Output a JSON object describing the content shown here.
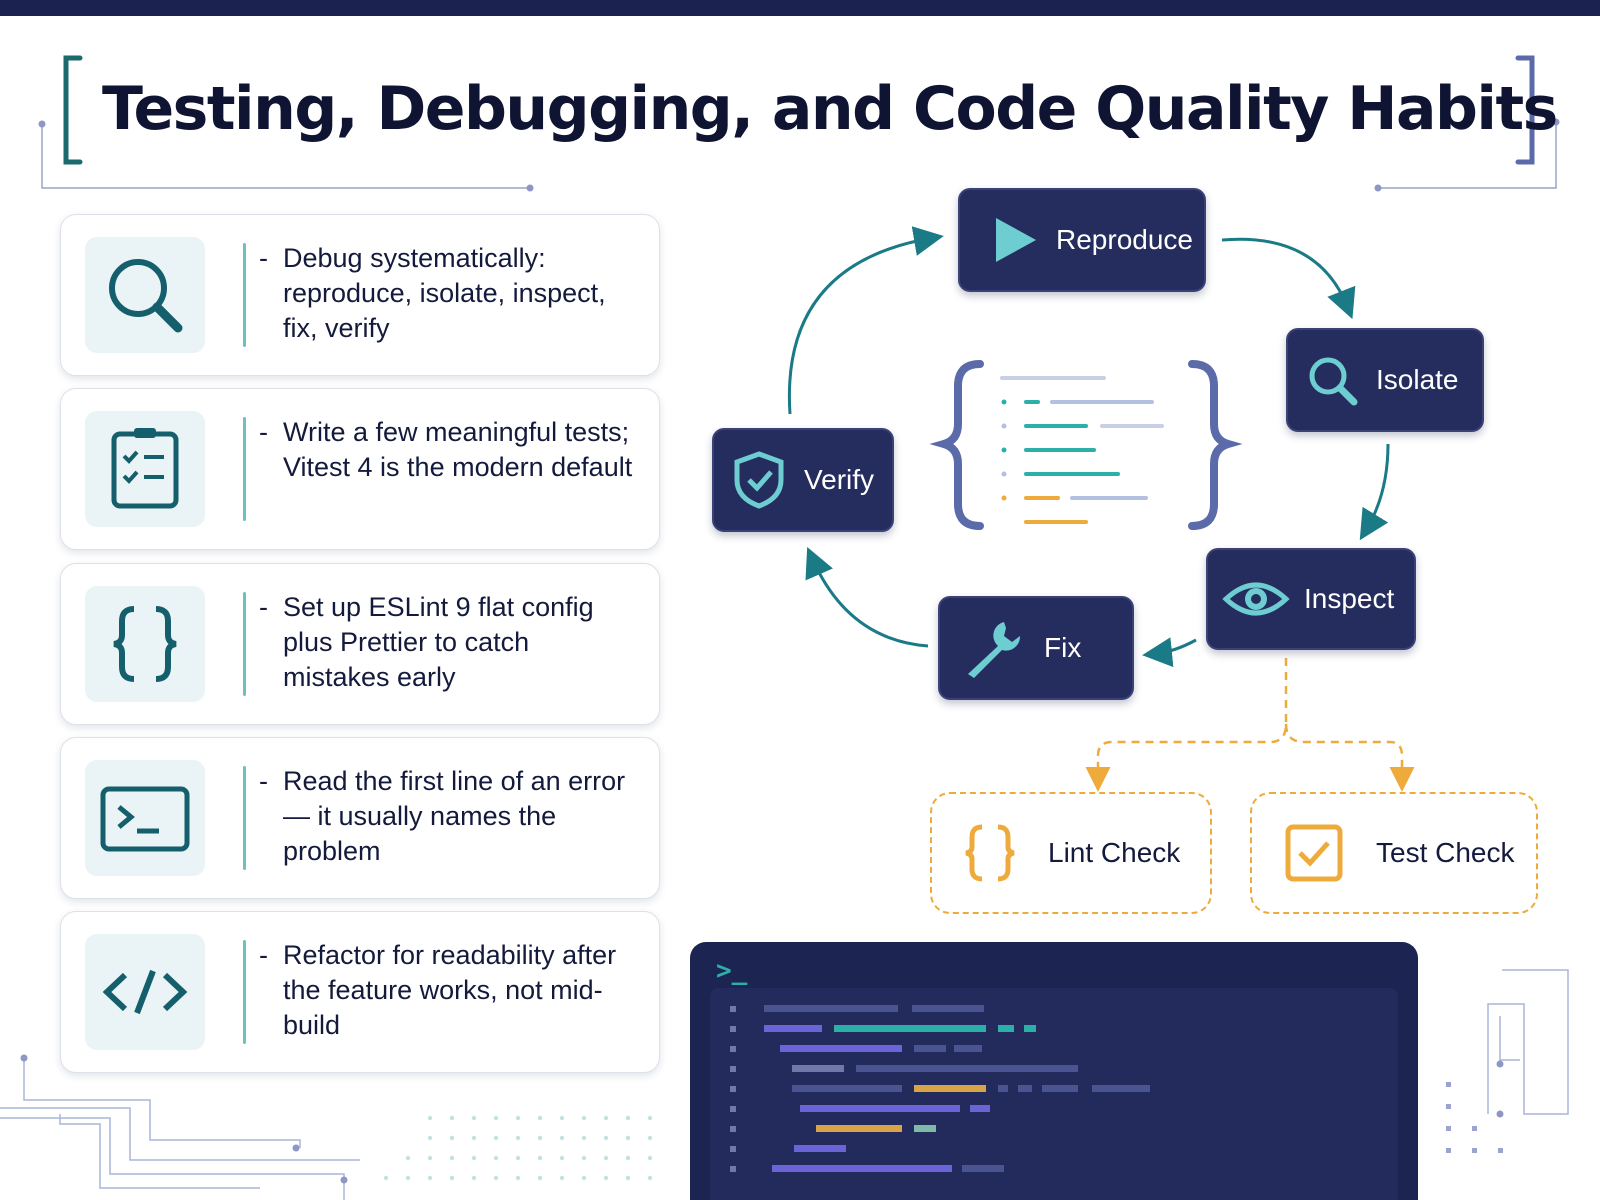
{
  "title": "Testing, Debugging, and Code Quality Habits",
  "colors": {
    "navy": "#1b2250",
    "step_bg": "#252d5e",
    "teal": "#1a7a86",
    "teal_light": "#6ecdd1",
    "orange": "#eeab3c",
    "card_icon_bg": "#eaf3f5"
  },
  "habits": [
    {
      "icon": "magnifier-icon",
      "text": "Debug systematically: reproduce, isolate, inspect, fix, verify"
    },
    {
      "icon": "clipboard-checklist-icon",
      "text": "Write a few meaningful tests; Vitest 4 is the modern default"
    },
    {
      "icon": "curly-braces-icon",
      "text": "Set up ESLint 9 flat config plus Prettier to catch mistakes early"
    },
    {
      "icon": "terminal-prompt-icon",
      "text": "Read the first line of an error — it usually names the problem"
    },
    {
      "icon": "code-brackets-icon",
      "text": "Refactor for readability after the feature works, not mid-build"
    }
  ],
  "debug_cycle": {
    "steps": [
      {
        "icon": "play-icon",
        "label": "Reproduce"
      },
      {
        "icon": "search-icon",
        "label": "Isolate"
      },
      {
        "icon": "eye-icon",
        "label": "Inspect"
      },
      {
        "icon": "wrench-icon",
        "label": "Fix"
      },
      {
        "icon": "shield-check-icon",
        "label": "Verify"
      }
    ],
    "checks": [
      {
        "icon": "curly-braces-icon",
        "label": "Lint Check"
      },
      {
        "icon": "checkbox-icon",
        "label": "Test Check"
      }
    ]
  },
  "terminal": {
    "prompt": ">_"
  }
}
